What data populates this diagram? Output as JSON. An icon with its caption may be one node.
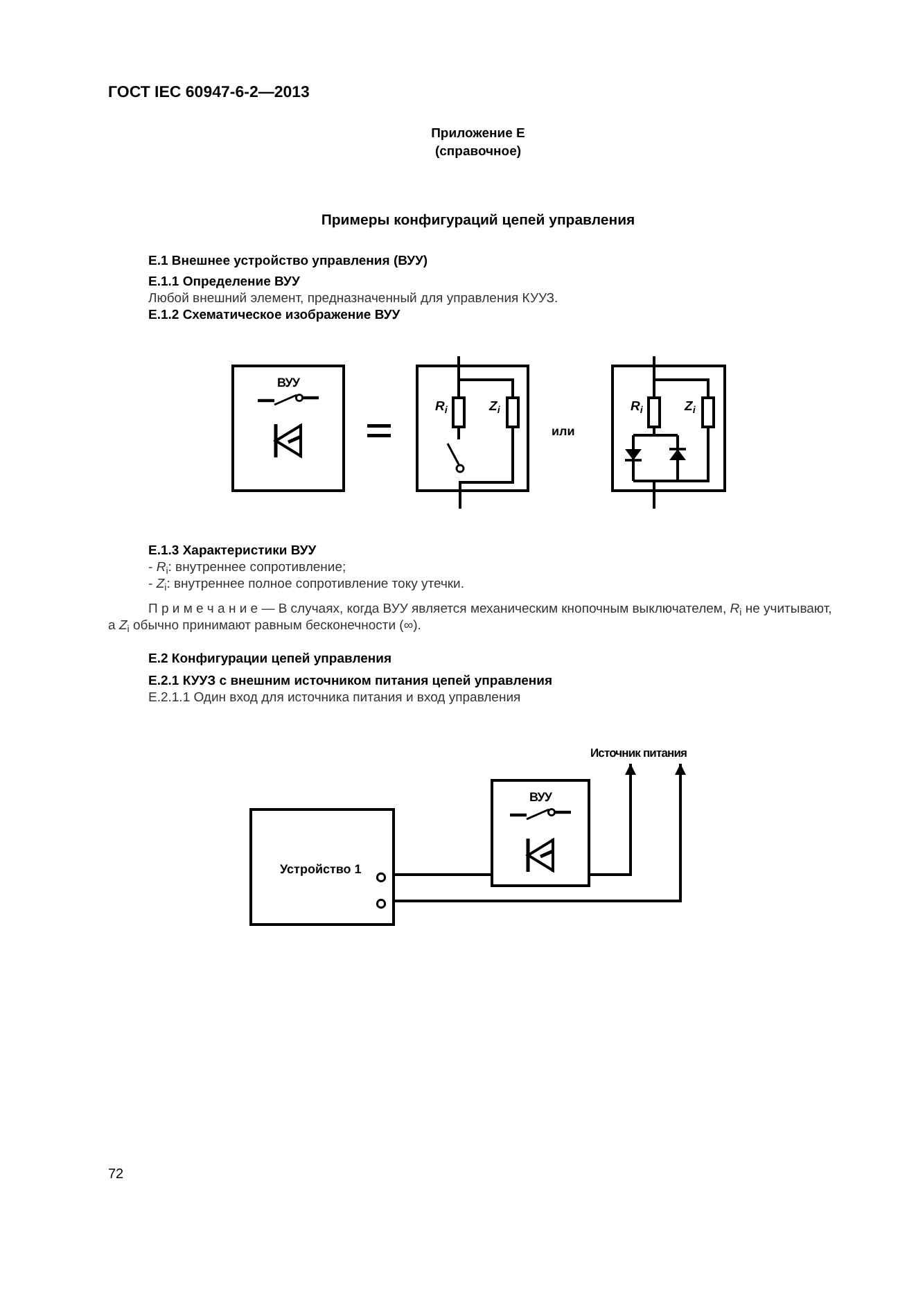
{
  "diagram": {
    "title": "Примеры конфигураций цепей управления",
    "nodes": [
      {
        "text": [
          "ВУУ"
        ]
      },
      {
        "text": [
          "*R*$_{i}$",
          "*Z*$_{i}$"
        ]
      },
      {
        "text": [
          "*R*$_{i}$",
          "*Z*$_{i}$"
        ]
      },
      {
        "text": [
          "Устройство 1"
        ]
      },
      {
        "text": [
          "ВУУ"
        ]
      },
      {
        "text": [
          "Источник питания"
        ]
      }
    ],
    "edges": [
      {
        "from": 3,
        "to": 4,
        "arrow": "none"
      },
      {
        "from": 4,
        "to": 5,
        "arrow": "to"
      },
      {
        "from": 3,
        "to": 5,
        "arrow": "to"
      }
    ],
    "labels": [
      "ГОСТ IEC 60947-6-2—2013",
      "Приложение Е",
      "(справочное)",
      "Е.1 Внешнее устройство управления (ВУУ)",
      "Е.1.1 Определение ВУУ",
      "Любой внешний элемент, предназначенный для управления КУУЗ.",
      "Е.1.2 Схематическое изображение ВУУ",
      "или",
      "Е.1.3 Характеристики ВУУ",
      "- *R*$_{i}$: внутреннее сопротивление;",
      "- *Z*$_{i}$: внутреннее полное сопротивление току утечки.",
      "П р и м е ч а н и е — В случаях, когда ВУУ является механическим кнопочным выключателем, *R*$_{i}$ не учитывают, а *Z*$_{i}$ обычно принимают равным бесконечности (∞).",
      "Е.2 Конфигурации цепей управления",
      "Е.2.1 КУУЗ с внешним источником питания цепей управления",
      "Е.2.1.1 Один вход для источника питания и вход управления",
      "72"
    ]
  }
}
